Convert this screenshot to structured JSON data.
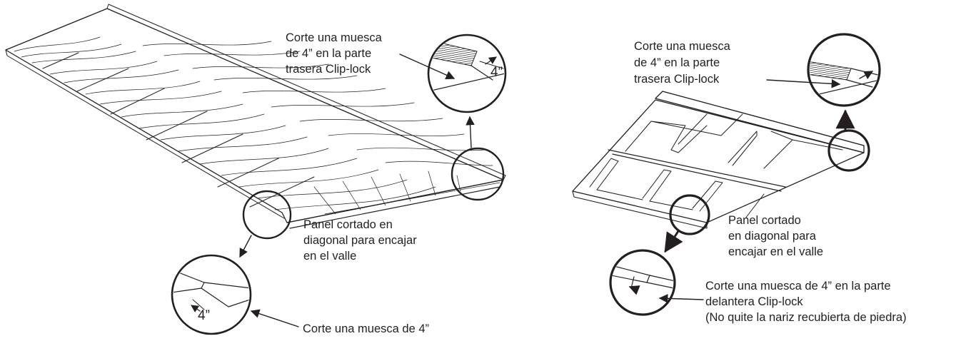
{
  "left": {
    "callout_back": [
      "Corte una muesca",
      "de 4” en la parte",
      "trasera Clip-lock"
    ],
    "callout_diagonal": [
      "Panel cortado en",
      "diagonal para encajar",
      "en el valle"
    ],
    "callout_notch": "Corte una muesca de 4”",
    "dim_top": "4”",
    "dim_bottom": "4”"
  },
  "right": {
    "callout_back": [
      "Corte una muesca",
      "de 4” en la parte",
      "trasera Clip-lock"
    ],
    "callout_diagonal": [
      "Panel cortado",
      "en diagonal para",
      "encajar en el valle"
    ],
    "callout_front": [
      "Corte una muesca de 4” en la parte",
      "delantera Clip-lock",
      "(No quite la nariz recubierta de piedra)"
    ]
  },
  "colors": {
    "ink": "#231f20",
    "background": "#ffffff"
  }
}
